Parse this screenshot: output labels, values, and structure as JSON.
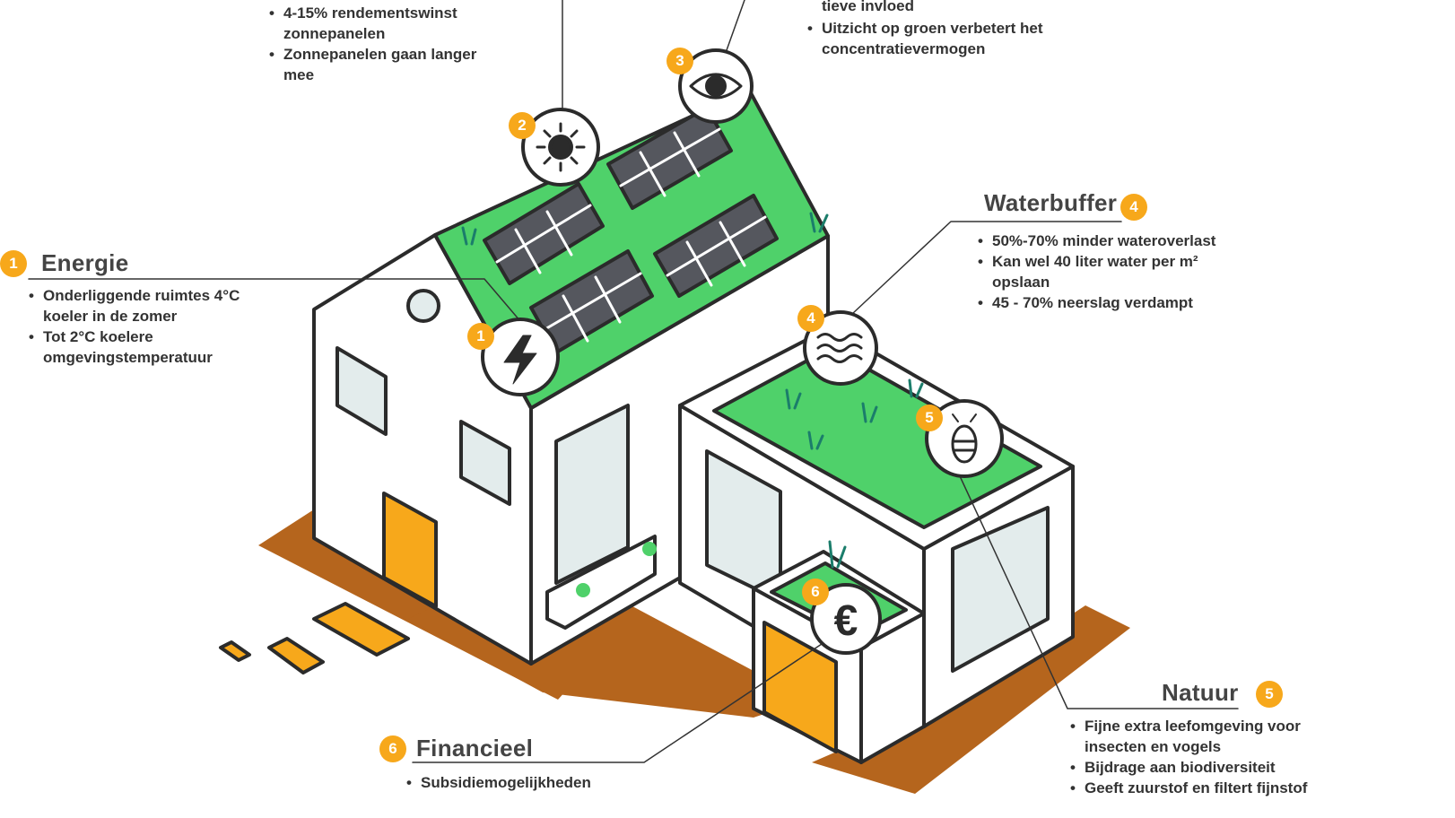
{
  "sections": {
    "energie": {
      "number": "1",
      "title": "Energie",
      "bullets": [
        "Onderliggende ruimtes 4°C koeler in de zomer",
        "Tot 2°C koelere omgevingstemperatuur"
      ]
    },
    "zon": {
      "number": "2",
      "bullets": [
        "4-15% rendementswinst zonnepanelen",
        "Zonnepanelen gaan langer mee"
      ]
    },
    "gezondheid": {
      "number": "3",
      "bullets_partial_line": "tieve invloed",
      "bullets": [
        "Uitzicht op groen verbetert het concentratievermogen"
      ]
    },
    "waterbuffer": {
      "number": "4",
      "title": "Waterbuffer",
      "bullets": [
        "50%-70% minder wateroverlast",
        "Kan wel 40 liter water per m² opslaan",
        "45 - 70% neerslag verdampt"
      ]
    },
    "natuur": {
      "number": "5",
      "title": "Natuur",
      "bullets": [
        "Fijne extra leefomgeving voor insecten en vogels",
        "Bijdrage aan biodiversiteit",
        "Geeft zuurstof en filtert fijnstof"
      ]
    },
    "financieel": {
      "number": "6",
      "title": "Financieel",
      "bullets": [
        "Subsidiemogelijkheden"
      ]
    }
  },
  "icons": {
    "energie": "lightning-icon",
    "zon": "sun-icon",
    "gezondheid": "eye-icon",
    "waterbuffer": "water-waves-icon",
    "natuur": "bee-icon",
    "financieel": "euro-icon",
    "euro_symbol": "€"
  },
  "colors": {
    "accent_orange": "#f7a81b",
    "green_roof": "#4fd16a",
    "soil_brown": "#b5651d",
    "solar_panel": "#55575e",
    "outline": "#2b2b2b",
    "window_glass": "#e3ecec"
  }
}
